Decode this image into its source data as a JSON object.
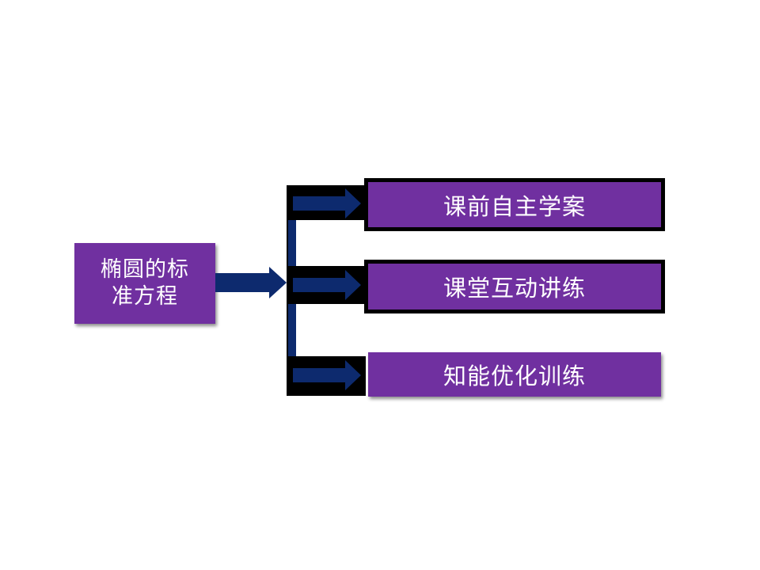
{
  "diagram": {
    "root": {
      "label": "椭圆的标\n准方程"
    },
    "branches": [
      {
        "label": "课前自主学案"
      },
      {
        "label": "课堂互动讲练"
      },
      {
        "label": "知能优化训练"
      }
    ],
    "colors": {
      "node_fill": "#7030a0",
      "arrow_fill": "#0d2a6e",
      "frame": "#000000",
      "text": "#ffffff"
    }
  }
}
